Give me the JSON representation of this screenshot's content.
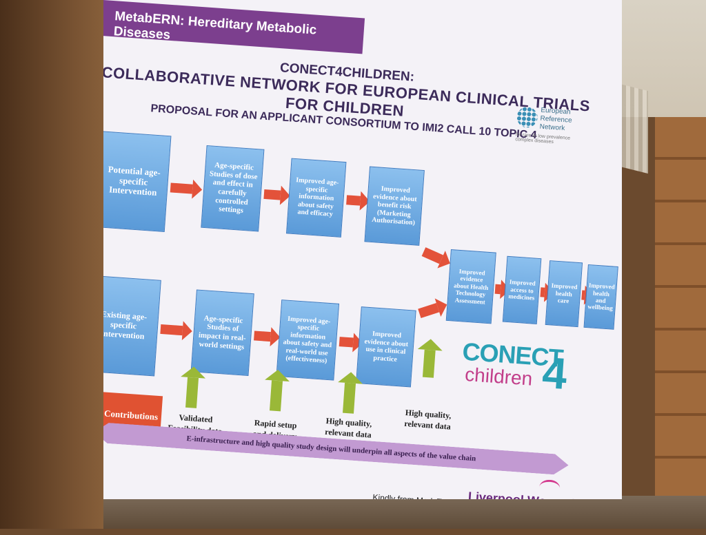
{
  "slide": {
    "header": "MetabERN: Hereditary Metabolic Diseases",
    "title_line1": "CONECT4CHILDREN:",
    "title_line2": "COLLABORATIVE NETWORK FOR EUROPEAN CLINICAL TRIALS FOR CHILDREN",
    "title_line3": "PROPOSAL FOR AN APPLICANT CONSORTIUM TO IMI2 CALL 10 TOPIC 4",
    "ern_logo": {
      "line1": "European",
      "line2": "Reference",
      "line3": "Network",
      "sub": "for rare or low prevalence complex diseases"
    },
    "top_row": [
      "Potential age-specific Intervention",
      "Age-specific Studies of dose and effect in carefully controlled settings",
      "Improved age-specific information about safety and efficacy",
      "Improved evidence about benefit risk (Marketing Authorisation)"
    ],
    "bottom_row": [
      "Existing age-specific intervention",
      "Age-specific Studies of impact in real-world settings",
      "Improved age-specific information about safety and real-world use (effectiveness)",
      "Improved evidence about use in clinical practice"
    ],
    "right_row": [
      "Improved evidence about Health Technology Assessment",
      "Improved access to medicines",
      "Improved health care",
      "Improved health and wellbeing"
    ],
    "site_contributions": "Site Contributions",
    "contributions": [
      "Validated Feasibility data",
      "Rapid setup and delivery",
      "High quality, relevant data",
      "High quality, relevant data"
    ],
    "conect_logo": {
      "conect": "CONECT",
      "children": "children",
      "four": "4"
    },
    "banner": "E-infrastructure and high quality study design will underpin all aspects of the value chain",
    "credit": "Kindly from Mark Turner",
    "lw_logo": "Liverpool Women's"
  }
}
